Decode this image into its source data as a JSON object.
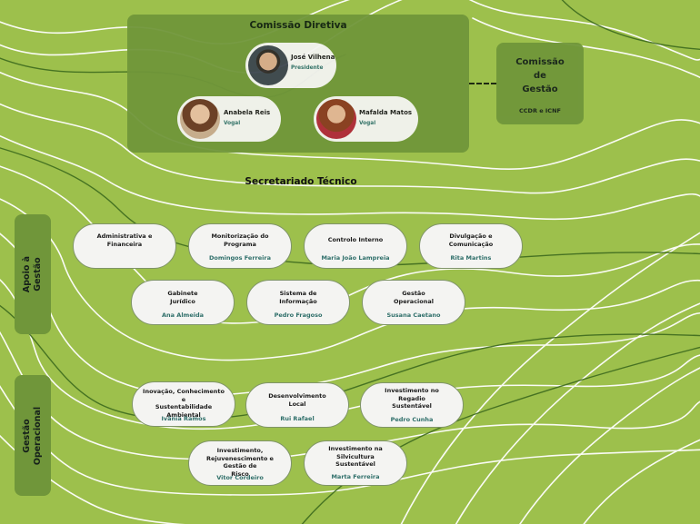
{
  "board": {
    "title": "Comissão Diretiva",
    "members": [
      {
        "name": "José Vilhena",
        "role": "Presidente"
      },
      {
        "name": "Anabela Reis",
        "role": "Vogal"
      },
      {
        "name": "Mafalda Matos",
        "role": "Vogal"
      }
    ]
  },
  "management": {
    "title_lines": [
      "Comissão",
      "de",
      "Gestão"
    ],
    "subtitle": "CCDR e ICNF"
  },
  "secretariat": {
    "title": "Secretariado Técnico"
  },
  "groups": [
    {
      "label_lines": [
        "Apoio à",
        "Gestão"
      ]
    },
    {
      "label_lines": [
        "Gestão",
        "Operacional"
      ]
    }
  ],
  "units": [
    {
      "title_lines": [
        "Administrativa e",
        "Financeira"
      ],
      "lead": ""
    },
    {
      "title_lines": [
        "Monitorização do",
        "Programa"
      ],
      "lead": "Domingos Ferreira"
    },
    {
      "title_lines": [
        "Controlo Interno"
      ],
      "lead": "Maria João Lampreia"
    },
    {
      "title_lines": [
        "Divulgação e",
        "Comunicação"
      ],
      "lead": "Rita Martins"
    },
    {
      "title_lines": [
        "Gabinete",
        "Jurídico"
      ],
      "lead": "Ana Almeida"
    },
    {
      "title_lines": [
        "Sistema de",
        "Informação"
      ],
      "lead": "Pedro Fragoso"
    },
    {
      "title_lines": [
        "Gestão",
        "Operacional"
      ],
      "lead": "Susana Caetano"
    },
    {
      "title_lines": [
        "Inovação, Conhecimento",
        "e",
        "Sustentabilidade Ambiental"
      ],
      "lead": "Ivânia Ramos"
    },
    {
      "title_lines": [
        "Desenvolvimento",
        "Local"
      ],
      "lead": "Rui Rafael"
    },
    {
      "title_lines": [
        "Investimento no",
        "Regadio",
        "Sustentável"
      ],
      "lead": "Pedro Cunha"
    },
    {
      "title_lines": [
        "Investimento,",
        "Rejuvenescimento e Gestão de",
        "Risco"
      ],
      "lead": "Vitor Cordeiro"
    },
    {
      "title_lines": [
        "Investimento na",
        "Silvicultura",
        "Sustentável"
      ],
      "lead": "Marta Ferreira"
    }
  ]
}
